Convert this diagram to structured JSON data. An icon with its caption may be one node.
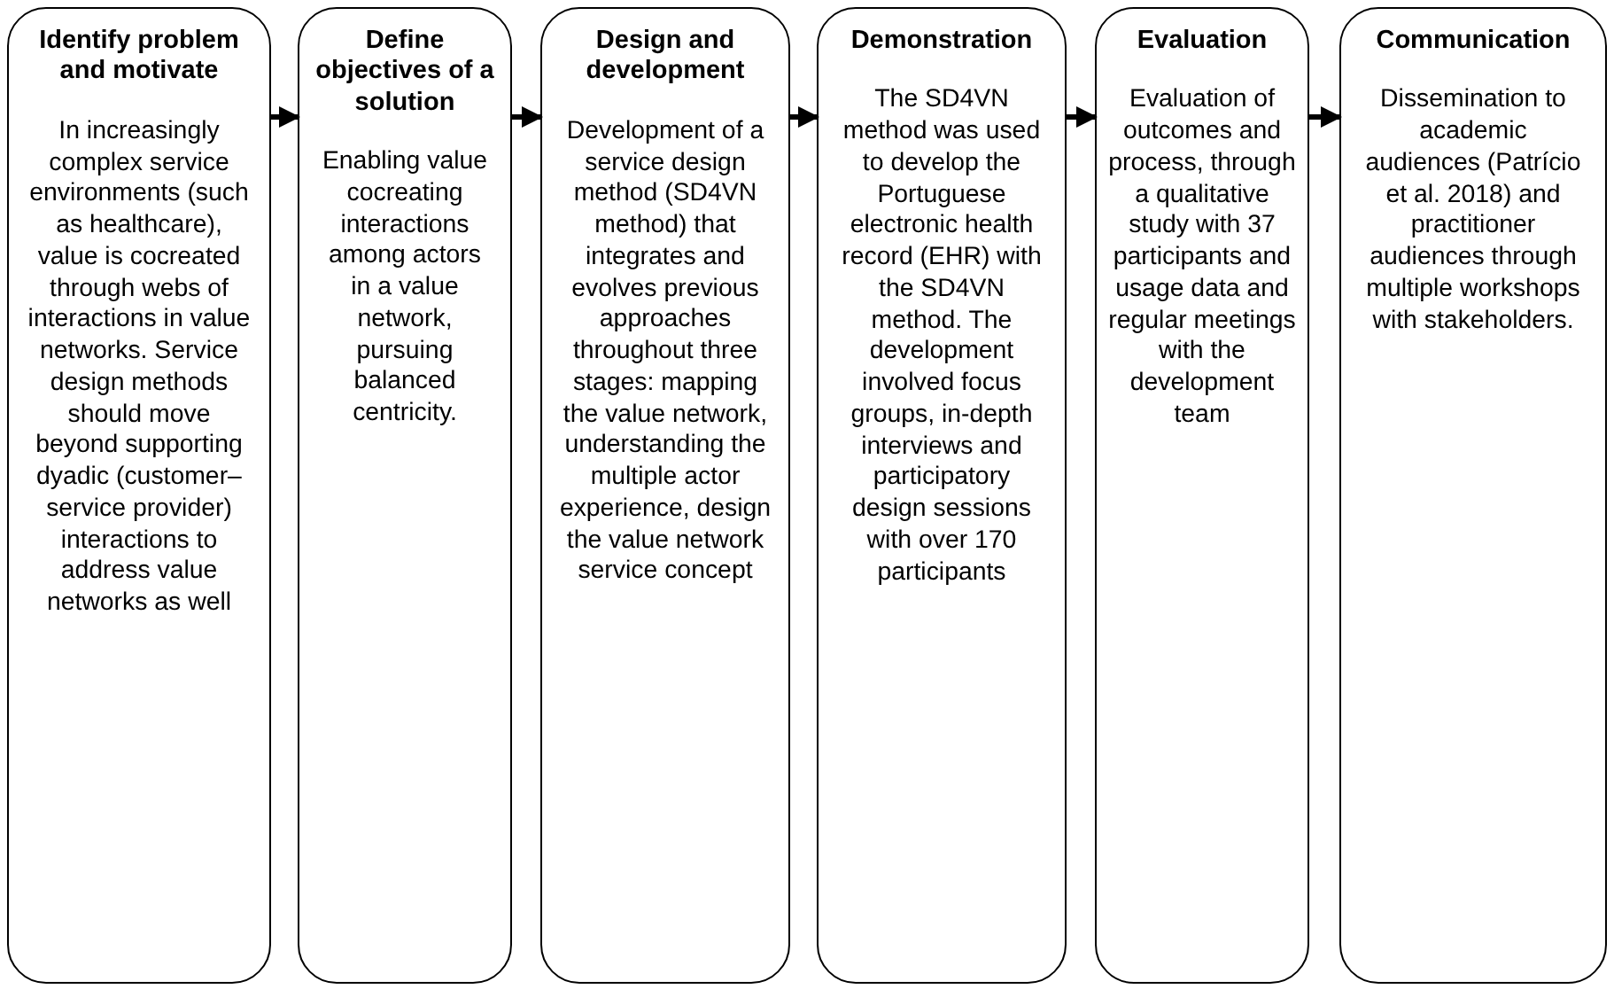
{
  "diagram": {
    "nodes": [
      {
        "text": [
          "Identify problem and motivate",
          "In increasingly complex service environments (such as healthcare), value is cocreated through webs of interactions in value networks. Service design methods should move beyond supporting dyadic (customer–service provider) interactions to address value networks as well"
        ]
      },
      {
        "text": [
          "Define objectives of a solution",
          "Enabling value cocreating interactions among actors in a value network, pursuing balanced centricity."
        ]
      },
      {
        "text": [
          "Design and development",
          "Development of a service design method (SD4VN method) that integrates and evolves previous approaches throughout three stages: mapping the value network, understanding the multiple actor experience, design the value network service concept"
        ]
      },
      {
        "text": [
          "Demonstration",
          "The SD4VN method was used to develop the Portuguese electronic health record (EHR) with the SD4VN method. The development involved focus groups, in-depth interviews and participatory design sessions with over 170 participants"
        ]
      },
      {
        "text": [
          "Evaluation",
          "Evaluation of outcomes and process, through a qualitative study with 37 participants and usage data and regular meetings with the development team"
        ]
      },
      {
        "text": [
          "Communication",
          "Dissemination to academic audiences (Patrício et al. 2018) and practitioner audiences through multiple workshops with stakeholders."
        ]
      }
    ],
    "edges": [
      {
        "from": 0,
        "to": 1,
        "arrow": "to"
      },
      {
        "from": 1,
        "to": 2,
        "arrow": "to"
      },
      {
        "from": 2,
        "to": 3,
        "arrow": "to"
      },
      {
        "from": 3,
        "to": 4,
        "arrow": "to"
      },
      {
        "from": 4,
        "to": 5,
        "arrow": "to"
      }
    ]
  }
}
